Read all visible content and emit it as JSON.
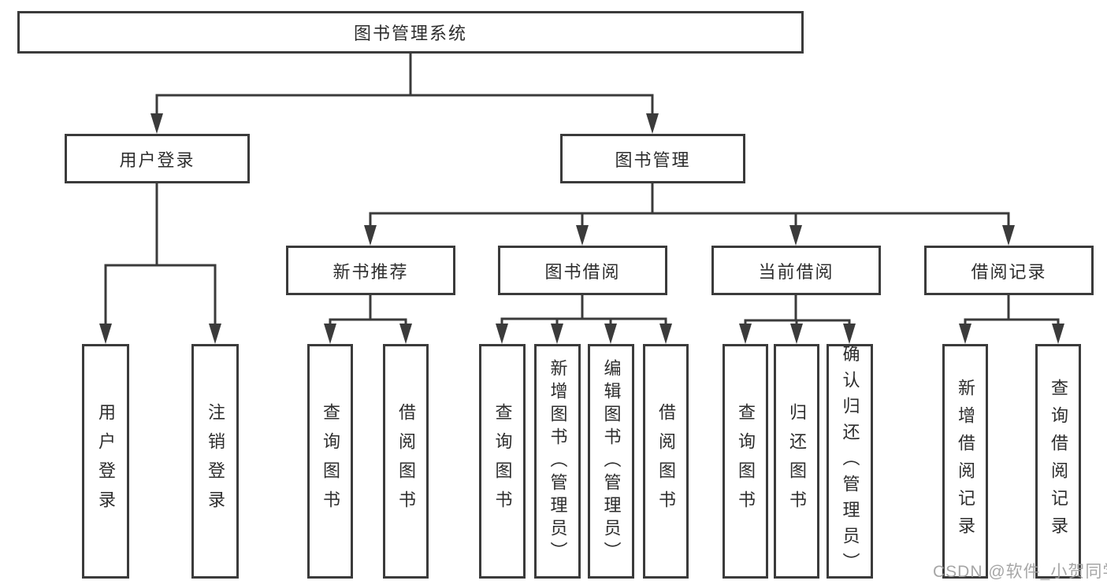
{
  "diagram": {
    "type": "functional-structure-tree",
    "colors": {
      "line": "#3b3b3b",
      "box_border": "#3b3b3b",
      "box_fill": "#ffffff",
      "text": "#2d2d2d",
      "watermark_text": "#9e9e9e",
      "background": "#ffffff"
    },
    "tree": {
      "root": "图书管理系统",
      "level2": [
        "用户登录",
        "图书管理"
      ],
      "level3": [
        "新书推荐",
        "图书借阅",
        "当前借阅",
        "借阅记录"
      ],
      "leaves": {
        "user_login": [
          "用户登录",
          "注销登录"
        ],
        "new_book_recommend": [
          "查询图书",
          "借阅图书"
        ],
        "book_borrowing": [
          "查询图书",
          "新增图书（管理员）",
          "编辑图书（管理员）",
          "借阅图书"
        ],
        "current_borrowing": [
          "查询图书",
          "归还图书",
          "确认归还（管理员）"
        ],
        "borrowing_records": [
          "新增借阅记录",
          "查询借阅记录"
        ]
      }
    },
    "watermark": "CSDN @软件_小贺同学"
  }
}
